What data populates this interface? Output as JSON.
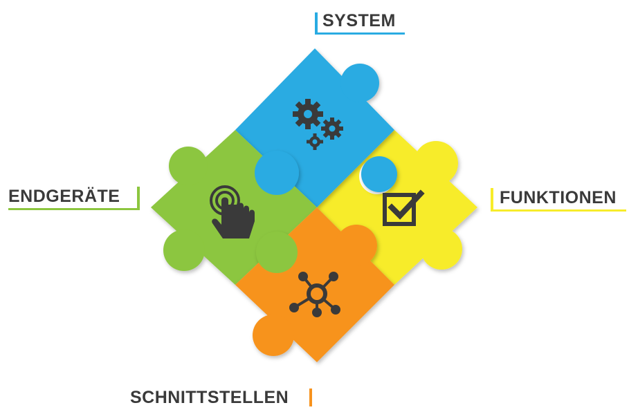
{
  "labels": {
    "system": "SYSTEM",
    "endgeraete": "ENDGERÄTE",
    "funktionen": "FUNKTIONEN",
    "schnittstellen": "SCHNITTSTELLEN"
  },
  "colors": {
    "system": "#29abe2",
    "endgeraete": "#8cc63f",
    "funktionen": "#f7ec2a",
    "schnittstellen": "#f7931e",
    "text": "#3a3a3a",
    "icon": "#3a3a3a"
  },
  "icons": {
    "system": "gears-icon",
    "endgeraete": "touch-hand-icon",
    "funktionen": "checkbox-icon",
    "schnittstellen": "network-hub-icon"
  }
}
